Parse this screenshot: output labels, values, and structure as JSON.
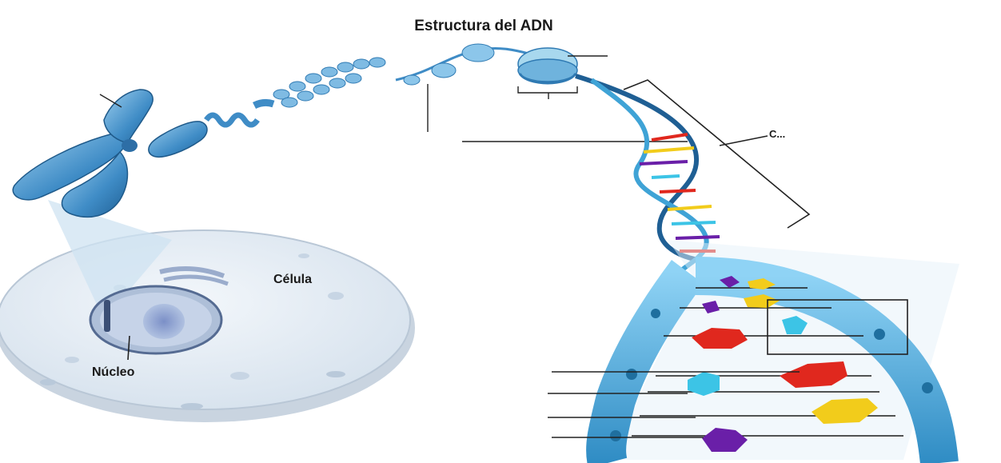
{
  "title": "Estructura del ADN",
  "labels": {
    "cell": "Célula",
    "nucleus": "Núcleo",
    "dna_fragment": "C..."
  },
  "colors": {
    "backbone": "#3fa3d6",
    "backbone_dark": "#1f6f9f",
    "chromosome": "#4a90c8",
    "cell": "#e7eef6",
    "base_red": "#e0281e",
    "base_yellow": "#f2cc1b",
    "base_cyan": "#3cc4e6",
    "base_purple": "#6a1fa8"
  },
  "icons": [
    "chromosome-icon",
    "cell-icon",
    "nucleus-icon",
    "nucleosome-icon",
    "double-helix-icon",
    "base-pair-icon"
  ]
}
